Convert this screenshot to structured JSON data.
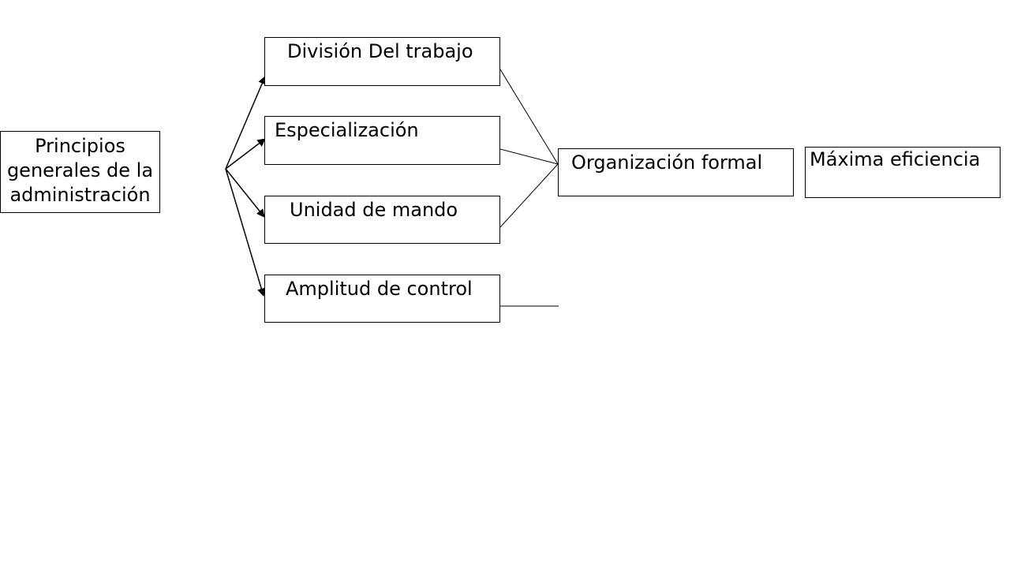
{
  "diagram": {
    "root": {
      "label": "Principios generales de la administración"
    },
    "principles": [
      {
        "label": "División Del trabajo"
      },
      {
        "label": "Especialización"
      },
      {
        "label": "Unidad de mando"
      },
      {
        "label": "Amplitud de control"
      }
    ],
    "organization": {
      "label": "Organización formal"
    },
    "result": {
      "label": "Máxima eficiencia"
    },
    "colors": {
      "stroke": "#000000",
      "background": "#ffffff"
    }
  }
}
